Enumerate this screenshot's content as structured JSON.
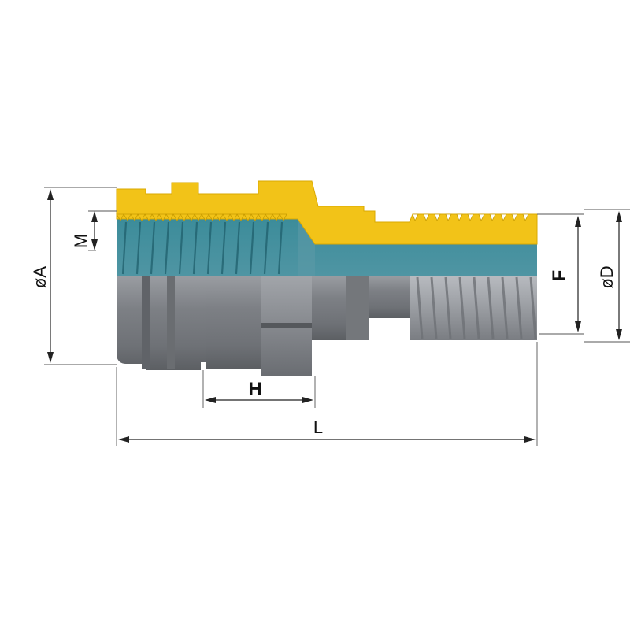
{
  "dimensions": {
    "diameter_a": "øA",
    "thread_m": "M",
    "hex_h": "H",
    "length_l": "L",
    "thread_f": "F",
    "diameter_d": "øD"
  },
  "colors": {
    "yellow_section": "#f2c318",
    "yellow_edge": "#d9a800",
    "teal_section": "#2f7f8e",
    "teal_light": "#6aa6b4",
    "body_gray": "#8a8d92",
    "body_dark": "#5f6266",
    "body_light": "#b6b9bd",
    "dim_line": "#222222"
  }
}
